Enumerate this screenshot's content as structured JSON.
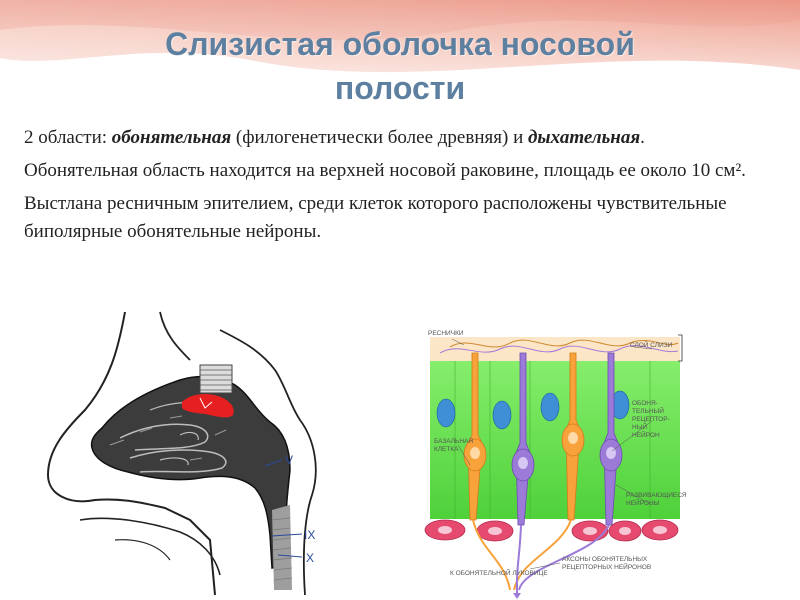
{
  "title": {
    "line1": "Слизистая оболочка носовой",
    "line2": "полости"
  },
  "paragraphs": {
    "p1": {
      "prefix": "2 области: ",
      "term1": "обонятельная",
      "middle": " (филогенетически более древняя)  и ",
      "term2": "дыхательная",
      "suffix": "."
    },
    "p2": "Обонятельная область находится на верхней носовой раковине, площадь  ее около 10 см².",
    "p3": "Выстлана ресничным эпителием, среди  клеток которого расположены чувствительные биполярные обонятельные нейроны."
  },
  "left_figure": {
    "labels": {
      "v": "V",
      "ix": "IX",
      "x": "X"
    }
  },
  "right_figure": {
    "labels": {
      "cilia": "РЕСНИЧКИ",
      "mucus_layer": "СЛОЙ СЛИЗИ",
      "basal_cell": [
        "БАЗАЛЬНАЯ",
        "КЛЕТКА"
      ],
      "receptor_neuron": [
        "ОБОНЯ-",
        "ТЕЛЬНЫЙ",
        "РЕЦЕПТОР-",
        "НЫЙ",
        "НЕЙРОН"
      ],
      "developing_neurons": [
        "РАЗВИВАЮЩИЕСЯ",
        "НЕЙРОНЫ"
      ],
      "axons": [
        "АКСОНЫ ОБОНЯТЕЛЬНЫХ",
        "РЕЦЕПТОРНЫХ НЕЙРОНОВ"
      ],
      "to_bulb": "К ОБОНЯТЕЛЬНОЙ ЛУКОВИЦЕ"
    }
  },
  "colors": {
    "title": "#5d7fa0",
    "top_band": "#f2b7a8",
    "epithelium": "#6ee05a",
    "receptor_neuron": "#f7a23a",
    "developing_neuron": "#9b7ad8",
    "basal_cell": "#e64a6e",
    "nucleus": "#3f8fd6",
    "cavity": "#3c3c3c",
    "olfactory_area": "#e62020"
  }
}
